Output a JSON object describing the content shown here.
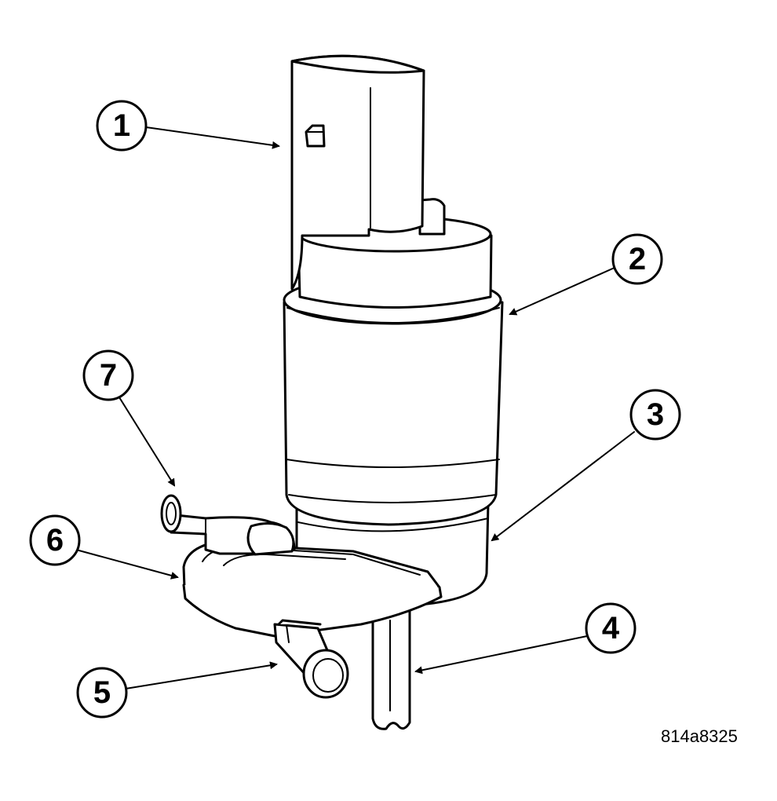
{
  "figure_code": "814a8325",
  "callouts": [
    {
      "id": "1",
      "label": "1"
    },
    {
      "id": "2",
      "label": "2"
    },
    {
      "id": "3",
      "label": "3"
    },
    {
      "id": "4",
      "label": "4"
    },
    {
      "id": "5",
      "label": "5"
    },
    {
      "id": "6",
      "label": "6"
    },
    {
      "id": "7",
      "label": "7"
    }
  ],
  "colors": {
    "line": "#000000",
    "paper": "#ffffff"
  }
}
